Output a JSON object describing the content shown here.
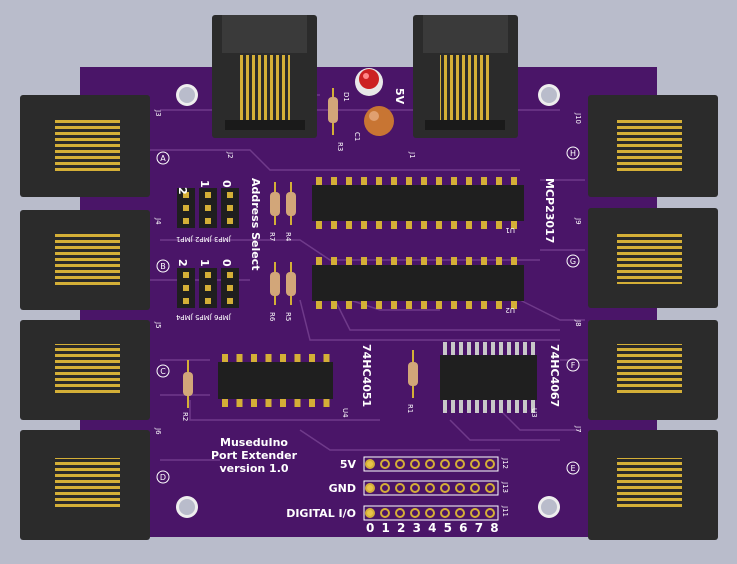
{
  "board": {
    "title_lines": [
      "MuseduIno",
      "Port Extender",
      "version 1.0"
    ],
    "colors": {
      "background": "#b9bccb",
      "board": "#4a1568",
      "trace": "#6f3a8a",
      "pad": "#d4af37",
      "jack_body": "#2b2b2b",
      "silk": "#ffffff",
      "led": "#cc2222",
      "capacitor": "#c87533",
      "resistor": "#d2a679"
    }
  },
  "labels": {
    "address_select": "Address Select",
    "mcp": "MCP23017",
    "hc4051": "74HC4051",
    "hc4067": "74HC4067",
    "power_5v_top": "5V",
    "row_5v": "5V",
    "row_gnd": "GND",
    "row_digital": "DIGITAL I/O",
    "pin_numbers": "0 1 2 3 4 5 6 7 8"
  },
  "jumpers": {
    "top_digits": [
      "2",
      "1",
      "0"
    ],
    "top_refs": "JMP3 JMP2 JMP1",
    "bottom_digits": [
      "2",
      "1",
      "0"
    ],
    "bottom_refs": "JMP6 JMP5 JMP4"
  },
  "ports_left": [
    "A",
    "B",
    "C",
    "D"
  ],
  "ports_right": [
    "H",
    "G",
    "F",
    "E"
  ],
  "refs": {
    "J1": "J1",
    "J2": "J2",
    "J3": "J3",
    "J4": "J4",
    "J5": "J5",
    "J6": "J6",
    "J7": "J7",
    "J8": "J8",
    "J9": "J9",
    "J10": "J10",
    "J11": "J11",
    "J12": "J12",
    "J13": "J13",
    "D1": "D1",
    "R3": "R3",
    "C1": "C1",
    "R1": "R1",
    "R2": "R2",
    "R4": "R4",
    "R5": "R5",
    "R6": "R6",
    "R7": "R7",
    "U1": "U1",
    "U2": "U2",
    "U3": "U3",
    "U4": "U4"
  }
}
